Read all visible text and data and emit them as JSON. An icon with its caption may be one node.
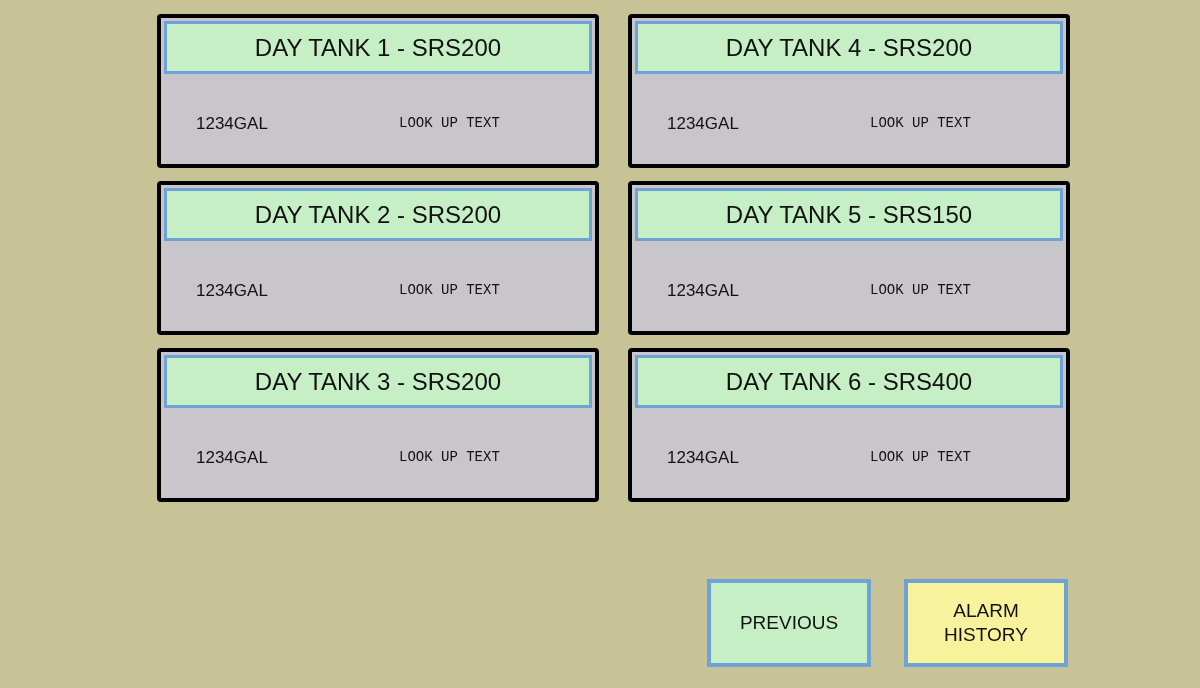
{
  "diagram": {
    "nodes": [
      {
        "text": [
          "DAY TANK 1 - SRS200",
          "1234GAL",
          "LOOK UP TEXT"
        ]
      },
      {
        "text": [
          "DAY TANK 4 - SRS200",
          "1234GAL",
          "LOOK UP TEXT"
        ]
      },
      {
        "text": [
          "DAY TANK 2 - SRS200",
          "1234GAL",
          "LOOK UP TEXT"
        ]
      },
      {
        "text": [
          "DAY TANK 5 - SRS150",
          "1234GAL",
          "LOOK UP TEXT"
        ]
      },
      {
        "text": [
          "DAY TANK 3 - SRS200",
          "1234GAL",
          "LOOK UP TEXT"
        ]
      },
      {
        "text": [
          "DAY TANK 6 - SRS400",
          "1234GAL",
          "LOOK UP TEXT"
        ]
      },
      {
        "text": [
          "PREVIOUS"
        ]
      },
      {
        "text": [
          "ALARM HISTORY"
        ]
      }
    ],
    "edges": []
  }
}
